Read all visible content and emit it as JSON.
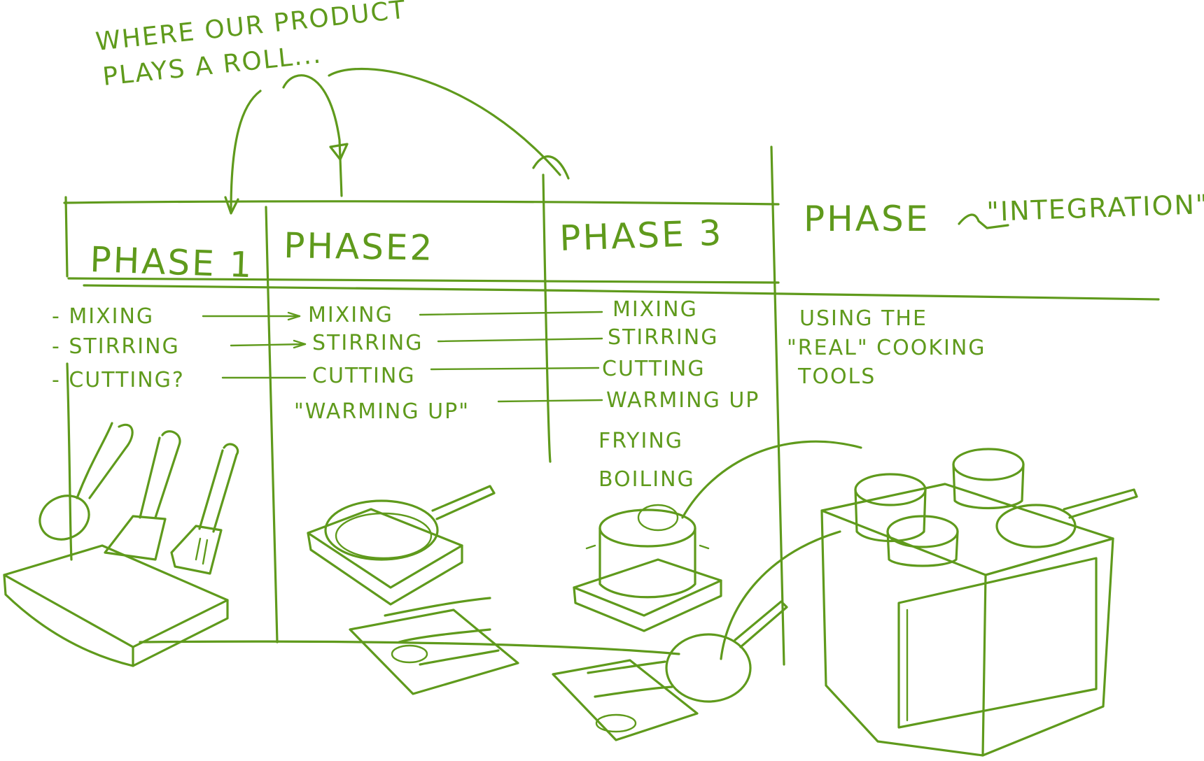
{
  "title": {
    "line1": "WHERE OUR PRODUCT",
    "line2": "PLAYS A ROLL..."
  },
  "phases": [
    {
      "label": "PHASE 1",
      "items": [
        "- MIXING",
        "- STIRRING",
        "- CUTTING?"
      ]
    },
    {
      "label": "PHASE2",
      "items": [
        "MIXING",
        "STIRRING",
        "CUTTING",
        "\"WARMING UP\""
      ]
    },
    {
      "label": "PHASE 3",
      "items": [
        "MIXING",
        "STIRRING",
        "CUTTING",
        "WARMING UP",
        "FRYING",
        "BOILING"
      ]
    },
    {
      "label": "PHASE",
      "suffix": "\"INTEGRATION\"",
      "note": [
        "USING THE",
        "\"REAL\" COOKING",
        "TOOLS"
      ]
    }
  ],
  "illustrations": [
    "cutting-board",
    "spoon",
    "spatula",
    "slotted-spatula",
    "frying-pan",
    "stove-pad",
    "cooking-pot",
    "kitchen-knives",
    "cooking-stove",
    "stovetop-pots"
  ],
  "ink_color": "#5f9a1c"
}
